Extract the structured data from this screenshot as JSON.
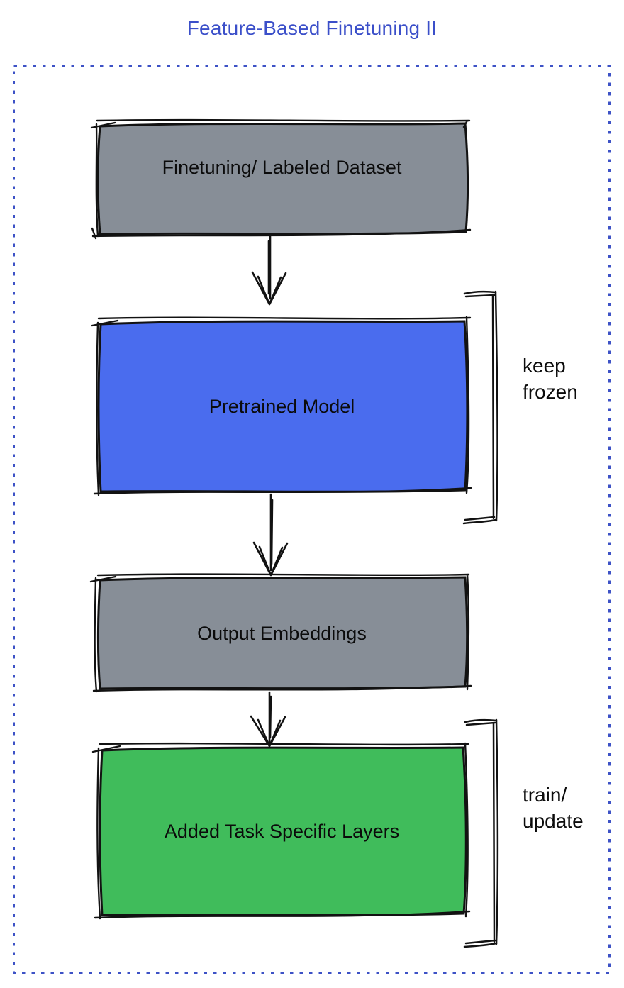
{
  "title": "Feature-Based Finetuning II",
  "colors": {
    "title_text": "#3b4fc9",
    "dotted_border": "#3d52c6",
    "box_stroke": "#121212",
    "gray_fill": "#878e97",
    "blue_fill": "#4a6cee",
    "green_fill": "#40bc5b",
    "label_text": "#0b0b0b"
  },
  "diagram": {
    "nodes": [
      {
        "id": "finetuning-dataset",
        "label": "Finetuning/ Labeled Dataset",
        "fill": "#878e97"
      },
      {
        "id": "pretrained-model",
        "label": "Pretrained Model",
        "fill": "#4a6cee"
      },
      {
        "id": "output-embeddings",
        "label": "Output Embeddings",
        "fill": "#878e97"
      },
      {
        "id": "added-task-layers",
        "label": "Added Task Specific Layers",
        "fill": "#40bc5b"
      }
    ],
    "annotations": [
      {
        "target": "pretrained-model",
        "label": "keep frozen"
      },
      {
        "target": "added-task-layers",
        "label": "train/ update"
      }
    ],
    "arrows": [
      {
        "from": "finetuning-dataset",
        "to": "pretrained-model"
      },
      {
        "from": "pretrained-model",
        "to": "output-embeddings"
      },
      {
        "from": "output-embeddings",
        "to": "added-task-layers"
      }
    ]
  }
}
